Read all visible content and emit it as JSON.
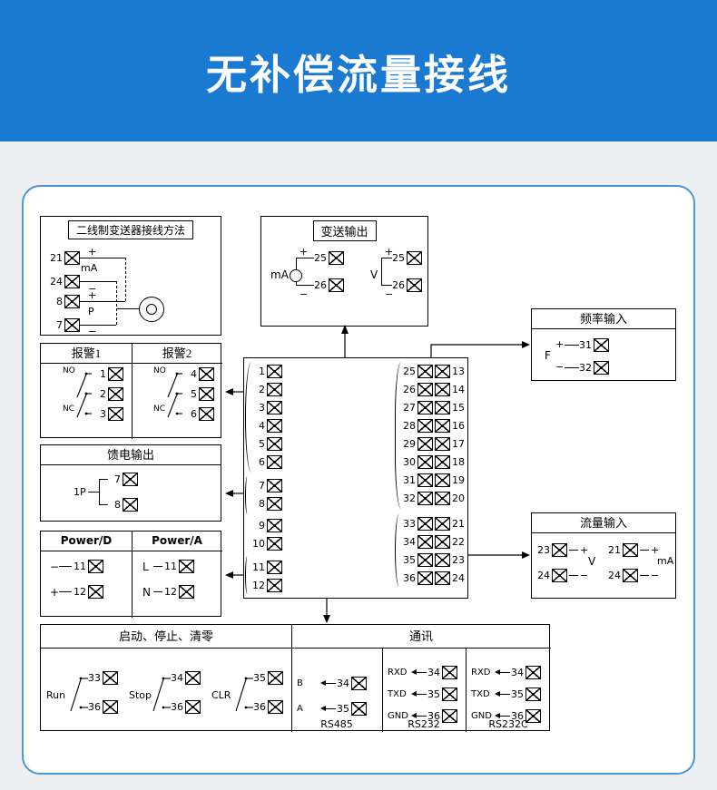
{
  "banner": {
    "title": "无补偿流量接线"
  },
  "colors": {
    "banner_blue": "#1a7ad1",
    "card_border": "#4e96d8",
    "page_bg": "#edeff2",
    "diagram_line": "#000000"
  },
  "two_wire": {
    "title": "二线制变送器接线方法",
    "t": [
      "21",
      "24",
      "8",
      "7"
    ],
    "labels": [
      "+",
      "mA",
      "−",
      "+",
      "P",
      "−"
    ]
  },
  "transmit_out": {
    "title": "变送输出",
    "ma": {
      "label": "mA",
      "plus": "+",
      "minus": "−",
      "t1": "25",
      "t2": "26"
    },
    "v": {
      "label": "V",
      "plus": "+",
      "minus": "−",
      "t1": "25",
      "t2": "26"
    }
  },
  "freq_in": {
    "title": "频率输入",
    "label": "F",
    "plus": "+",
    "minus": "−",
    "t1": "31",
    "t2": "32"
  },
  "alarm": {
    "title1": "报警1",
    "title2": "报警2",
    "col1": {
      "no": "NO",
      "nc": "NC",
      "t1": "1",
      "t2": "2",
      "t3": "3"
    },
    "col2": {
      "no": "NO",
      "nc": "NC",
      "t1": "4",
      "t2": "5",
      "t3": "6"
    }
  },
  "feed": {
    "title": "馈电输出",
    "label": "1P",
    "t1": "7",
    "t2": "8"
  },
  "power": {
    "title1": "Power/D",
    "title2": "Power/A",
    "d": {
      "l1": "−",
      "l2": "+",
      "t1": "11",
      "t2": "12"
    },
    "a": {
      "l1": "L",
      "l2": "N",
      "t1": "11",
      "t2": "12"
    }
  },
  "terminal_block": {
    "left": [
      "1",
      "2",
      "3",
      "4",
      "5",
      "6",
      "7",
      "8",
      "9",
      "10",
      "11",
      "12"
    ],
    "right": [
      {
        "i": "25",
        "o": "13"
      },
      {
        "i": "26",
        "o": "14"
      },
      {
        "i": "27",
        "o": "15"
      },
      {
        "i": "28",
        "o": "16"
      },
      {
        "i": "29",
        "o": "17"
      },
      {
        "i": "30",
        "o": "18"
      },
      {
        "i": "31",
        "o": "19"
      },
      {
        "i": "32",
        "o": "20"
      },
      {
        "i": "33",
        "o": "21"
      },
      {
        "i": "34",
        "o": "22"
      },
      {
        "i": "35",
        "o": "23"
      },
      {
        "i": "36",
        "o": "24"
      }
    ]
  },
  "flow_in": {
    "title": "流量输入",
    "v": {
      "t1": "23",
      "t2": "24",
      "plus": "+",
      "minus": "−",
      "label": "V"
    },
    "ma": {
      "t1": "21",
      "t2": "24",
      "plus": "+",
      "minus": "−",
      "label": "mA"
    }
  },
  "control": {
    "title": "启动、停止、清零",
    "groups": [
      {
        "label": "Run",
        "t1": "33",
        "t2": "36"
      },
      {
        "label": "Stop",
        "t1": "34",
        "t2": "36"
      },
      {
        "label": "CLR",
        "t1": "35",
        "t2": "36"
      }
    ]
  },
  "comm": {
    "title": "通讯",
    "cols": [
      {
        "caption": "RS485",
        "rows": [
          {
            "label": "B",
            "t": "34"
          },
          {
            "label": "A",
            "t": "35"
          }
        ]
      },
      {
        "caption": "RS232",
        "rows": [
          {
            "label": "RXD",
            "t": "34"
          },
          {
            "label": "TXD",
            "t": "35"
          },
          {
            "label": "GND",
            "t": "36"
          }
        ]
      },
      {
        "caption": "RS232C",
        "rows": [
          {
            "label": "RXD",
            "t": "34"
          },
          {
            "label": "TXD",
            "t": "35"
          },
          {
            "label": "GND",
            "t": "36"
          }
        ]
      }
    ]
  }
}
